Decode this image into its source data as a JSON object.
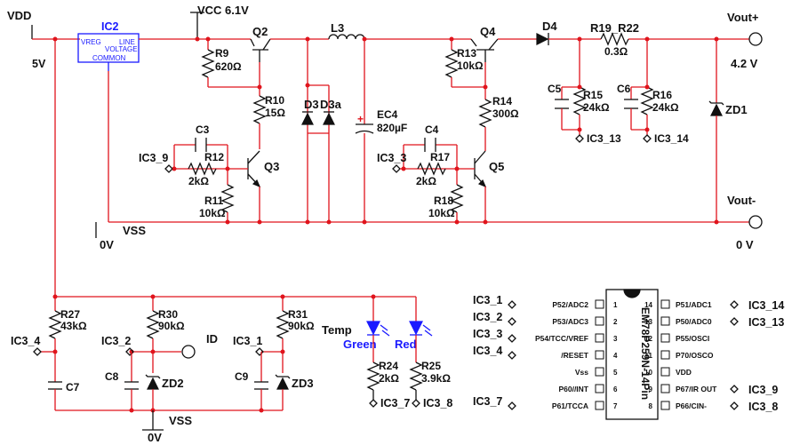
{
  "labels": {
    "vdd": "VDD",
    "vdd_v": "5V",
    "vcc": "VCC 6.1V",
    "vss_top": "VSS",
    "zero_top": "0V",
    "vss_bot": "VSS",
    "zero_bot": "0V",
    "vout_plus": "Vout+",
    "vout_plus_v": "4.2 V",
    "vout_minus": "Vout-",
    "vout_minus_v": "0 V",
    "temp": "Temp",
    "id": "ID",
    "green": "Green",
    "red": "Red"
  },
  "ic2": {
    "name": "IC2",
    "vreg": "VREG",
    "line": "LINE",
    "voltage": "VOLTAGE",
    "common": "COMMON"
  },
  "components": {
    "q2": "Q2",
    "q3": "Q3",
    "q4": "Q4",
    "q5": "Q5",
    "l3": "L3",
    "d3": "D3",
    "d3a": "D3a",
    "d4": "D4",
    "ec4": "EC4",
    "ec4_v": "820µF",
    "r9": "R9",
    "r9_v": "620Ω",
    "r10": "R10",
    "r10_v": "15Ω",
    "r11": "R11",
    "r11_v": "10kΩ",
    "r12": "R12",
    "r12_v": "2kΩ",
    "c3": "C3",
    "r13": "R13",
    "r13_v": "10kΩ",
    "r14": "R14",
    "r14_v": "300Ω",
    "r17": "R17",
    "r17_v": "2kΩ",
    "c4": "C4",
    "r18": "R18",
    "r18_v": "10kΩ",
    "r19": "R19_R22",
    "r19_v": "0.3Ω",
    "c5": "C5",
    "c6": "C6",
    "r15": "R15",
    "r15_v": "24kΩ",
    "r16": "R16",
    "r16_v": "24kΩ",
    "zd1": "ZD1",
    "r27": "R27",
    "r27_v": "43kΩ",
    "c7": "C7",
    "r30": "R30",
    "r30_v": "90kΩ",
    "c8": "C8",
    "zd2": "ZD2",
    "r31": "R31",
    "r31_v": "90kΩ",
    "c9": "C9",
    "zd3": "ZD3",
    "r24": "R24",
    "r24_v": "2kΩ",
    "r25": "R25",
    "r25_v": "3.9kΩ"
  },
  "nets": {
    "ic3_9": "IC3_9",
    "ic3_3": "IC3_3",
    "ic3_13": "IC3_13",
    "ic3_14": "IC3_14",
    "ic3_4": "IC3_4",
    "ic3_2": "IC3_2",
    "ic3_1": "IC3_1",
    "ic3_7": "IC3_7",
    "ic3_8": "IC3_8"
  },
  "mcu": {
    "part": "EM78P259N-14Pin",
    "left_pins": [
      {
        "num": "1",
        "name": "P52/ADC2",
        "net": "IC3_1"
      },
      {
        "num": "2",
        "name": "P53/ADC3",
        "net": "IC3_2"
      },
      {
        "num": "3",
        "name": "P54/TCC/VREF",
        "net": "IC3_3"
      },
      {
        "num": "4",
        "name": "/RESET",
        "net": "IC3_4"
      },
      {
        "num": "5",
        "name": "Vss",
        "net": ""
      },
      {
        "num": "6",
        "name": "P60//INT",
        "net": ""
      },
      {
        "num": "7",
        "name": "P61/TCCA",
        "net": "IC3_7"
      }
    ],
    "right_pins": [
      {
        "num": "14",
        "name": "P51/ADC1",
        "net": "IC3_14"
      },
      {
        "num": "13",
        "name": "P50/ADC0",
        "net": "IC3_13"
      },
      {
        "num": "12",
        "name": "P55/OSCI",
        "net": ""
      },
      {
        "num": "11",
        "name": "P70/OSCO",
        "net": ""
      },
      {
        "num": "10",
        "name": "VDD",
        "net": ""
      },
      {
        "num": "9",
        "name": "P67/IR OUT",
        "net": "IC3_9"
      },
      {
        "num": "8",
        "name": "P66/CIN-",
        "net": "IC3_8"
      }
    ]
  }
}
